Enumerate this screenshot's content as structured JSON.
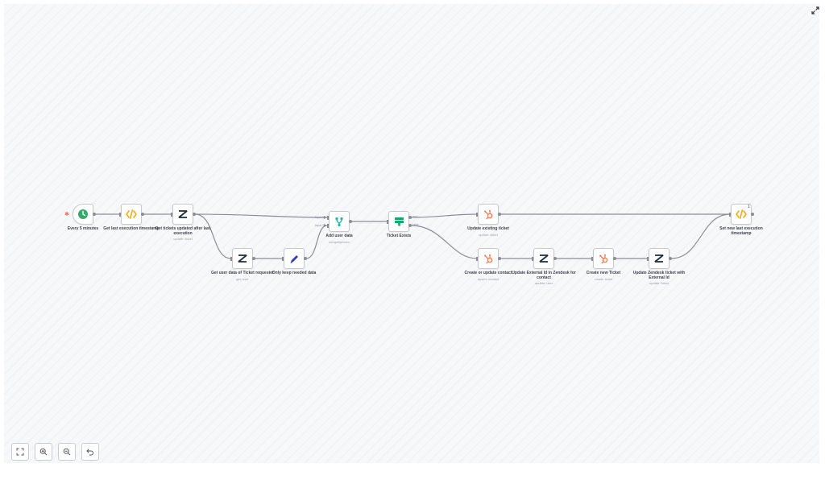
{
  "colors": {
    "canvas_bg": "#f7f8fa",
    "node_border": "#c6c9cf",
    "wire": "#8b8f95",
    "schedule_green": "#35a86a",
    "code_yellow": "#f0ad0f",
    "zendesk_dark": "#1f2d3a",
    "hubspot_orange": "#ff7a59",
    "merge_teal": "#1cb4a8",
    "if_green": "#1aa36d",
    "set_blue": "#2f3fbf",
    "trigger_star": "#ff6d5a"
  },
  "nodes": [
    {
      "id": "every5",
      "title": "Every 5 minutes",
      "subtitle": "",
      "icon": "clock-icon"
    },
    {
      "id": "getlast",
      "title": "Get last execution timestamp",
      "subtitle": "",
      "icon": "code-icon"
    },
    {
      "id": "gettickets",
      "title": "Get tickets updated after last execution",
      "subtitle": "update: ticket",
      "icon": "zendesk-icon"
    },
    {
      "id": "getuser",
      "title": "Get user data of Ticket requester",
      "subtitle": "get: user",
      "icon": "zendesk-icon"
    },
    {
      "id": "keep",
      "title": "Only keep needed data",
      "subtitle": "",
      "icon": "pencil-icon"
    },
    {
      "id": "adduser",
      "title": "Add user data",
      "subtitle": "mergeByIndex",
      "icon": "merge-icon"
    },
    {
      "id": "exists",
      "title": "Ticket Exists",
      "subtitle": "",
      "icon": "if-icon"
    },
    {
      "id": "updexisting",
      "title": "Update existing ticket",
      "subtitle": "update: ticket",
      "icon": "hubspot-icon"
    },
    {
      "id": "createcontact",
      "title": "Create or update contact",
      "subtitle": "upsert: contact",
      "icon": "hubspot-icon"
    },
    {
      "id": "updextid",
      "title": "Update External Id in Zendesk for contact",
      "subtitle": "update: user",
      "icon": "zendesk-icon"
    },
    {
      "id": "createticket",
      "title": "Create new Ticket",
      "subtitle": "create: ticket",
      "icon": "hubspot-icon"
    },
    {
      "id": "updzendesk",
      "title": "Update Zendesk ticket with External Id",
      "subtitle": "update: ticket",
      "icon": "zendesk-icon"
    },
    {
      "id": "setnew",
      "title": "Set new last execution timestamp",
      "subtitle": "",
      "icon": "code-icon",
      "badge": "1"
    }
  ],
  "merge_inputs": [
    "Input 1",
    "Input 2"
  ],
  "if_outputs": [
    "true",
    "false"
  ],
  "controls": [
    {
      "label": "Fit to view",
      "icon": "fit-view-icon"
    },
    {
      "label": "Zoom in",
      "icon": "zoom-in-icon"
    },
    {
      "label": "Zoom out",
      "icon": "zoom-out-icon"
    },
    {
      "label": "Reset zoom",
      "icon": "undo-icon"
    }
  ],
  "expand_icon": "expand-icon"
}
